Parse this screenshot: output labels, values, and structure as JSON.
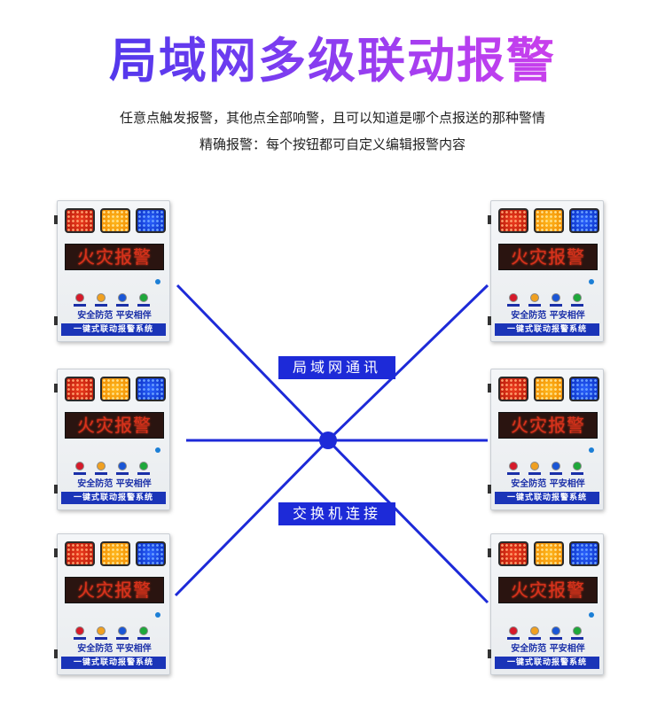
{
  "title": "局域网多级联动报警",
  "subtitle1": "任意点触发报警，其他点全部响警，且可以知道是哪个点报送的那种警情",
  "subtitle2": "精确报警：每个按钮都可自定义编辑报警内容",
  "label_top": "局域网通讯",
  "label_bottom": "交换机连接",
  "device": {
    "screen_text": "火灾报警",
    "slogan": "安全防范 平安相伴",
    "footer": "一键式联动报警系统"
  },
  "colors": {
    "accent_blue": "#1d2ad8",
    "title_gradient": [
      "#3b34e8",
      "#e040e6"
    ]
  }
}
